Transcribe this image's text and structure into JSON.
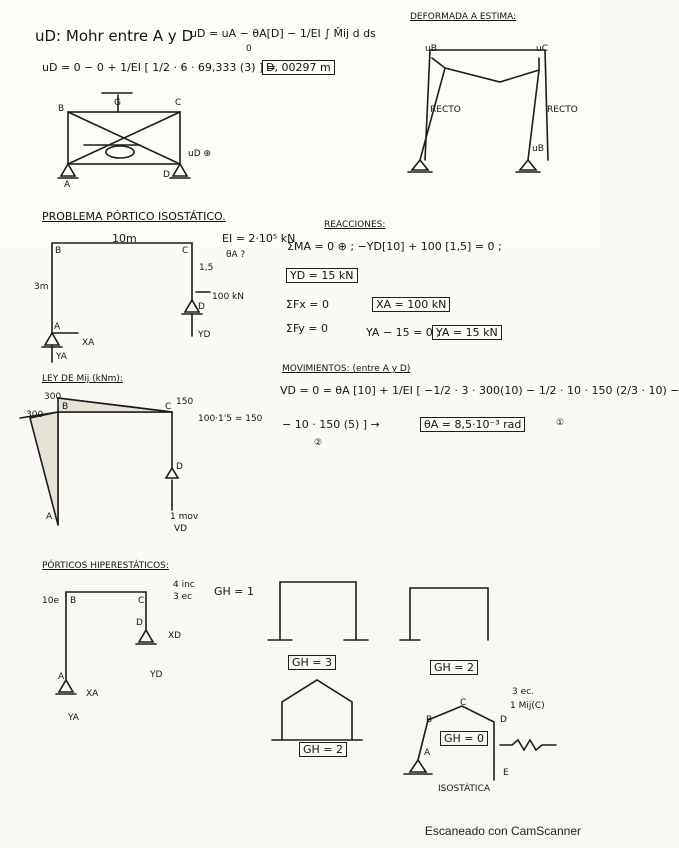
{
  "top": {
    "ud_title": "uD: Mohr entre A y D",
    "formula_1": "uD = uA − θA[D] − 1/EI ∫ M̂ij d ds",
    "ud_zero_sub": "0",
    "ud_line": "uD = 0 − 0 + 1/EI [ 1/2 · 6 · 69,333 (3) ] =",
    "ud_result": "D, 00297 m",
    "deformada_title": "DEFORMADA A ESTIMA:",
    "ub_label": "uB",
    "uc_label": "uC",
    "recto_left": "RECTO",
    "recto_right": "RECTO",
    "ub_arrow": "uB",
    "node_b": "B",
    "node_c": "C",
    "node_a": "A",
    "node_d": "D",
    "node_g": "G",
    "ud_arrow": "uD ⊕"
  },
  "problema": {
    "title": "PROBLEMA PÓRTICO ISOSTÁTICO.",
    "span": "10m",
    "height": "3m",
    "ei": "EI = 2·10⁵ kN",
    "theta": "θA ?",
    "dim_15": "1,5",
    "load": "100 kN",
    "label_b": "B",
    "label_c": "C",
    "label_d": "D",
    "label_a": "A",
    "xa": "XA",
    "ya": "YA",
    "yd": "YD"
  },
  "reacciones": {
    "title": "REACCIONES:",
    "eq1": "ΣMA = 0 ⊕ ; −YD[10] + 100 [1,5] = 0 ;",
    "r1": "YD = 15 kN",
    "eq2": "ΣFx = 0",
    "r2": "XA = 100 kN",
    "eq3": "ΣFy = 0",
    "eq3b": "YA − 15 = 0 ;",
    "r3": "YA = 15 kN"
  },
  "ley": {
    "title": "LEY DE Mij (kNm):",
    "v300a": "300",
    "v300b": "300",
    "v150": "150",
    "v150b": "100·1'5 = 150",
    "lab_a": "A",
    "lab_b": "B",
    "lab_c": "C",
    "lab_d": "D",
    "unit": "1 mov",
    "vd": "VD"
  },
  "movimientos": {
    "title": "MOVIMIENTOS: (entre A y D)",
    "eq1": "VD = 0 = θA [10] + 1/EI [ −1/2 · 3 · 300(10) − 1/2 · 10 · 150 (2/3 · 10) −",
    "eq2": "− 10 · 150 (5) ] →",
    "result": "θA = 8,5·10⁻³ rad",
    "circ1": "①",
    "circ2": "②"
  },
  "hiper": {
    "title": "PÓRTICOS HIPERESTÁTICOS:",
    "inc": "4 inc",
    "ec": "3 ec",
    "gh1": "GH = 1",
    "load": "10e",
    "b": "B",
    "c": "C",
    "d": "D",
    "a": "A",
    "xd": "XD",
    "yd": "YD",
    "xa": "XA",
    "ya": "YA",
    "gh3": "GH = 3",
    "gh2a": "GH = 2",
    "gh2b": "GH = 2",
    "gh0": "GH = 0",
    "ec3": "3 ec.",
    "mij": "1 Mij(C)",
    "isost": "ISOSTÁTICA",
    "nb": "B",
    "nc": "C",
    "nd": "D",
    "na": "A",
    "ne": "E"
  },
  "footer": "Escaneado con CamScanner"
}
